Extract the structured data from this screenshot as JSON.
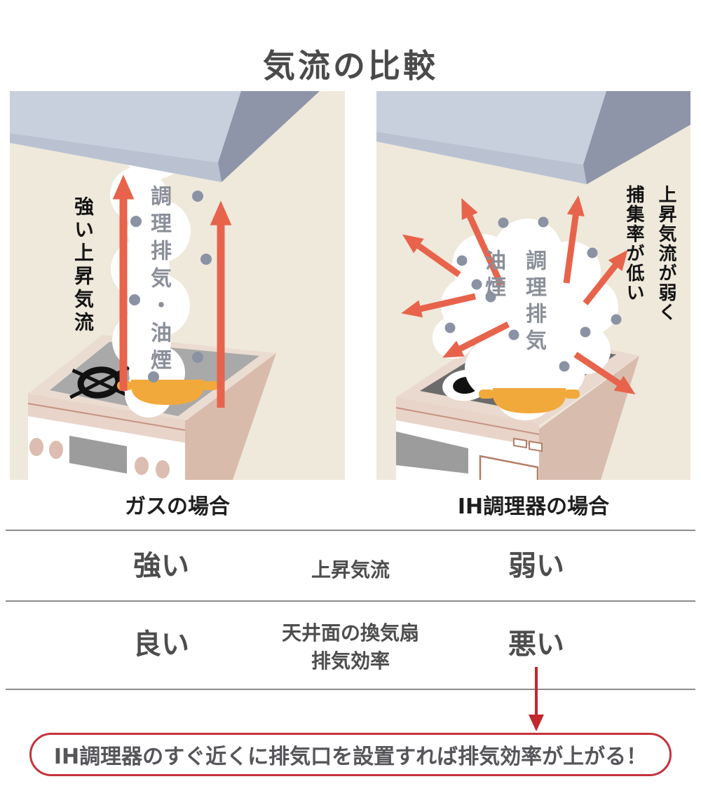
{
  "title": "気流の比較",
  "panels": {
    "gas": {
      "caption": "ガスの場合",
      "airflow_label": "強い上昇気流",
      "smoke_label": "調理排気・油煙"
    },
    "ih": {
      "caption": "IH調理器の場合",
      "smoke_label_col1": "調理排気",
      "smoke_label_col2": "油煙",
      "note_col1": "上昇気流が弱く",
      "note_col2": "捕集率が低い"
    }
  },
  "comparison": {
    "rows": [
      {
        "gas": "強い",
        "label": "上昇気流",
        "ih": "弱い"
      },
      {
        "gas": "良い",
        "label_line1": "天井面の換気扇",
        "label_line2": "排気効率",
        "ih": "悪い"
      }
    ]
  },
  "conclusion": "IH調理器のすぐ近くに排気口を設置すれば排気効率が上がる！",
  "colors": {
    "panel_bg": "#efe9db",
    "hood_top": "#c9d0dd",
    "hood_edge": "#bac2d2",
    "hood_side": "#8e95a8",
    "arrow_orange": "#e8634b",
    "arrow_red": "#c1272d",
    "box_border_red": "#c5323b",
    "smoke_text_gray": "#8a8f9a",
    "pot_yellow": "#f2a93b",
    "text_dark": "#4d4d4d"
  }
}
